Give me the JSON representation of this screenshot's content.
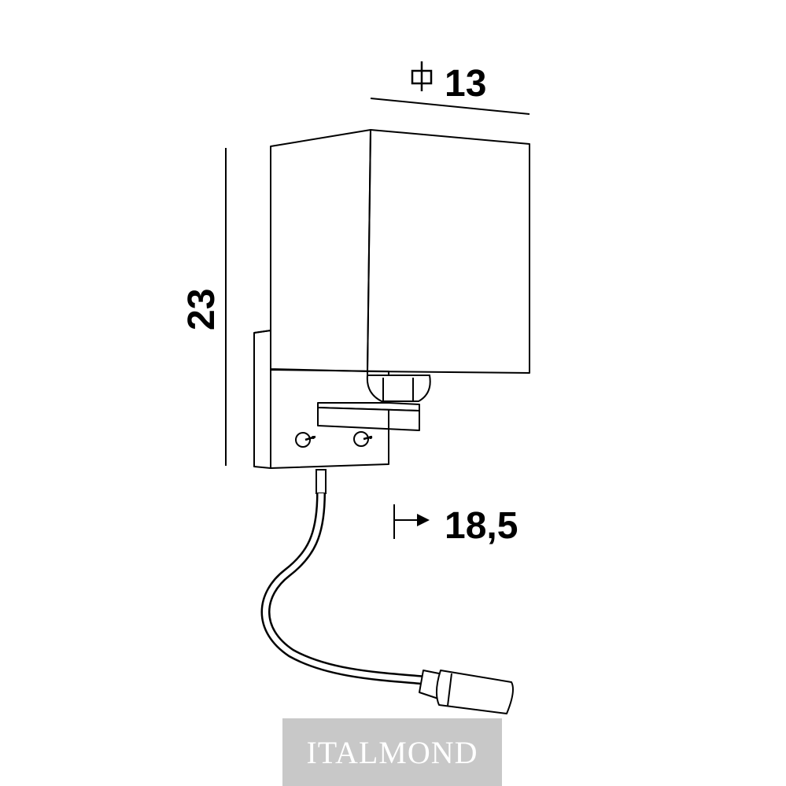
{
  "dimensions": {
    "diameter_symbol": "ф",
    "diameter_value": "13",
    "height_value": "23",
    "projection_value": "18,5"
  },
  "brand": {
    "name": "ITALMOND",
    "box_color": "#c8c8c8"
  },
  "icons": {
    "projection_arrow": "arrow-right-from-bar-icon",
    "switch": "toggle-switch-icon"
  }
}
